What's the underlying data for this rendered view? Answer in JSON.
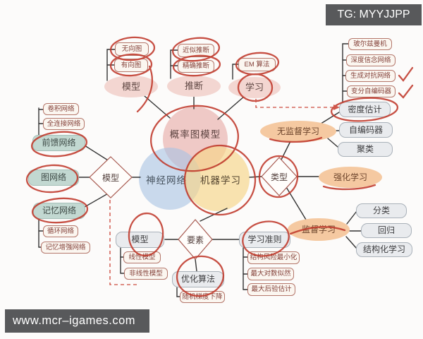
{
  "overlays": {
    "tg_badge": "TG: MYYJJPP",
    "watermark": "www.mcr–igames.com"
  },
  "colors": {
    "pen_red": "#c0392b",
    "connector": "#333333",
    "venn_pgm": "#e7a9a7",
    "venn_nn": "#a9c4e4",
    "venn_ml": "#f6d489",
    "teal_node": "#c2d8d1",
    "gray_node": "#e9ebee",
    "pink_ellipse": "#f3d6d1",
    "orange_ellipse": "#f5c9a1",
    "badge_bg": "#58595b"
  },
  "venn": {
    "pgm": "概率图模型",
    "nn": "神经网络",
    "ml": "机器学习"
  },
  "diamonds": {
    "model": "模型",
    "type": "类型",
    "elements": "要素"
  },
  "pgm_branch": {
    "model": "模型",
    "undirected": "无向图",
    "directed": "有向图",
    "inference": "推断",
    "approx": "近似推断",
    "exact": "精确推断",
    "learning": "学习",
    "em": "EM 算法"
  },
  "nn_branch": {
    "feedforward": "前馈网络",
    "conv": "卷积网络",
    "fc": "全连接网络",
    "graph": "图网络",
    "memory": "记忆网络",
    "rnn": "循环网络",
    "memaug": "记忆增强网络"
  },
  "ml_types": {
    "unsupervised": "无监督学习",
    "density": "密度估计",
    "autoencoder": "自编码器",
    "clustering": "聚类",
    "boltzmann": "玻尔兹曼机",
    "dbn": "深度信念网络",
    "gan": "生成对抗网络",
    "vae": "变分自编码器",
    "reinforcement": "强化学习",
    "supervised": "监督学习",
    "classification": "分类",
    "regression": "回归",
    "structured": "结构化学习"
  },
  "ml_elements": {
    "model": "模型",
    "linear": "线性模型",
    "nonlinear": "非线性模型",
    "criterion": "学习准则",
    "srm": "结构风险最小化",
    "mll": "最大对数似然",
    "map": "最大后验估计",
    "optimizer": "优化算法",
    "sgd": "随机梯度下降"
  }
}
